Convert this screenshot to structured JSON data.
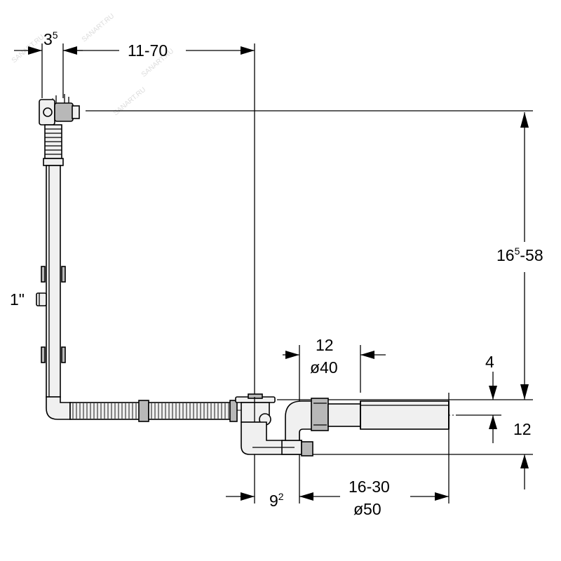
{
  "dimensions": {
    "overflow_offset": {
      "base": "3",
      "sup": "5"
    },
    "overflow_reach": {
      "text": "11-70"
    },
    "height_range": {
      "base": "16",
      "sup": "5",
      "rest": "-58"
    },
    "overflow_thread": {
      "text": "1\""
    },
    "outlet_length": {
      "text": "12"
    },
    "outlet_diameter": {
      "text": "ø40"
    },
    "pipe_offset": {
      "text": "4"
    },
    "pipe_height": {
      "text": "12"
    },
    "drain_offset": {
      "base": "9",
      "sup": "2"
    },
    "drain_length": {
      "text": "16-30"
    },
    "drain_diameter": {
      "text": "ø50"
    }
  },
  "watermark": {
    "text": "SANART.RU"
  }
}
